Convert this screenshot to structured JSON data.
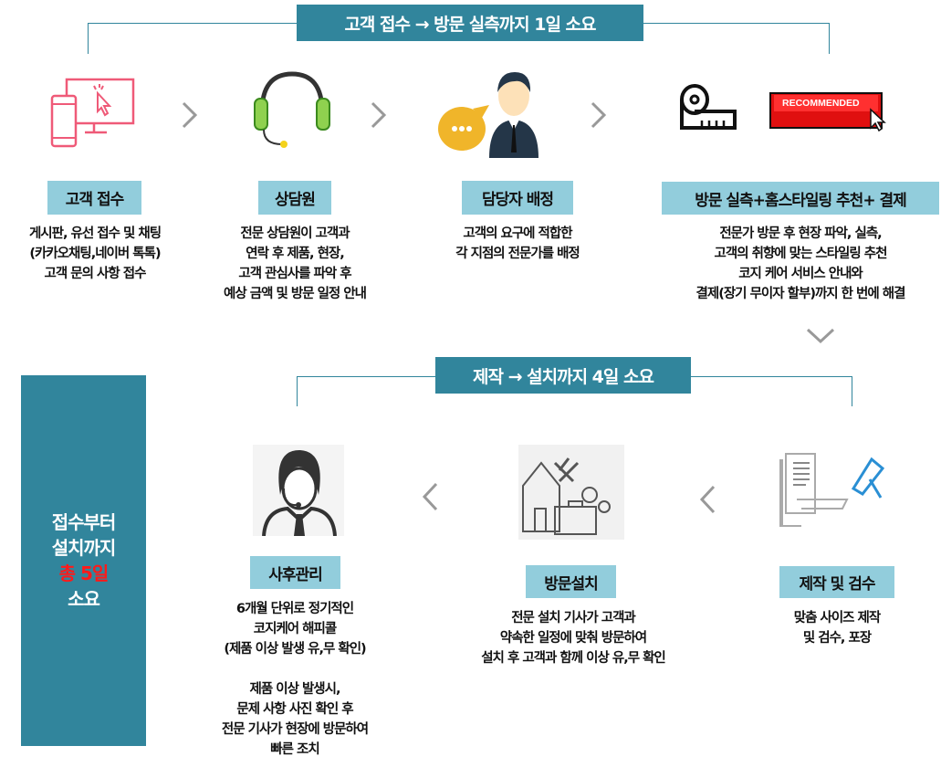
{
  "top_banner": "고객 접수 → 방문 실측까지 1일 소요",
  "bottom_banner": "제작 → 설치까지 4일 소요",
  "side_box": {
    "line1": "접수부터",
    "line2": "설치까지",
    "line3": "총 5일",
    "line4": "소요"
  },
  "recommended_badge": "RECOMMENDED",
  "steps_top": [
    {
      "label": "고객 접수",
      "desc": [
        "게시판, 유선 접수 및 채팅",
        "(카카오채팅,네이버 톡톡)",
        "고객 문의 사항 접수"
      ]
    },
    {
      "label": "상담원",
      "desc": [
        "전문 상담원이 고객과",
        "연락 후 제품, 현장,",
        "고객 관심사를 파악 후",
        "예상 금액 및 방문 일정 안내"
      ]
    },
    {
      "label": "담당자 배정",
      "desc": [
        "고객의 요구에 적합한",
        "각 지점의 전문가를 배정"
      ]
    },
    {
      "label": "방문 실측+홈스타일링 추천+ 결제",
      "desc": [
        "전문가 방문 후 현장 파악, 실측,",
        "고객의 취향에 맞는 스타일링 추천",
        "코지 케어 서비스 안내와",
        "결제(장기 무이자 할부)까지 한 번에 해결"
      ]
    }
  ],
  "steps_bottom": [
    {
      "label": "사후관리",
      "desc": [
        "6개월 단위로  정기적인",
        "코지케어 해피콜",
        "(제품 이상 발생 유,무 확인)",
        "",
        "제품 이상 발생시,",
        "문제 사항 사진 확인 후",
        "전문 기사가 현장에 방문하여",
        "빠른 조치"
      ]
    },
    {
      "label": "방문설치",
      "desc": [
        "전문 설치 기사가 고객과",
        "약속한 일정에 맞춰 방문하여",
        "설치 후 고객과 함께 이상 유,무 확인"
      ]
    },
    {
      "label": "제작 및 검수",
      "desc": [
        "맞춤 사이즈 제작",
        "및 검수, 포장"
      ]
    }
  ],
  "colors": {
    "teal": "#31859c",
    "label_bg": "#92cddc",
    "highlight": "#ff1a1a"
  }
}
